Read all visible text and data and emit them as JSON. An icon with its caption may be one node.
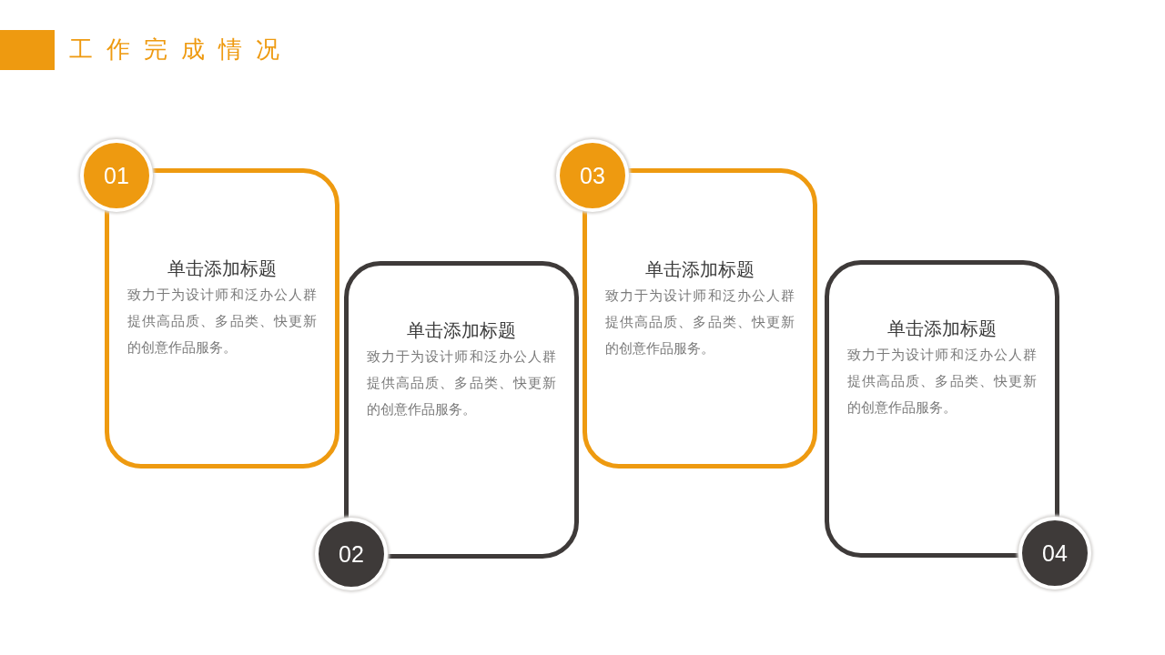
{
  "diagram": {
    "title": "工作完成情况",
    "nodes": [
      {
        "text": [
          "01"
        ]
      },
      {
        "text": [
          "单击添加标题",
          "致力于为设计师和泛办公人群提供高品质、多品类、快更新的创意作品服务。"
        ]
      },
      {
        "text": [
          "单击添加标题",
          "致力于为设计师和泛办公人群提供高品质、多品类、快更新的创意作品服务。"
        ]
      },
      {
        "text": [
          "02"
        ]
      },
      {
        "text": [
          "03"
        ]
      },
      {
        "text": [
          "单击添加标题",
          "致力于为设计师和泛办公人群提供高品质、多品类、快更新的创意作品服务。"
        ]
      },
      {
        "text": [
          "单击添加标题",
          "致力于为设计师和泛办公人群提供高品质、多品类、快更新的创意作品服务。"
        ]
      },
      {
        "text": [
          "04"
        ]
      }
    ]
  }
}
